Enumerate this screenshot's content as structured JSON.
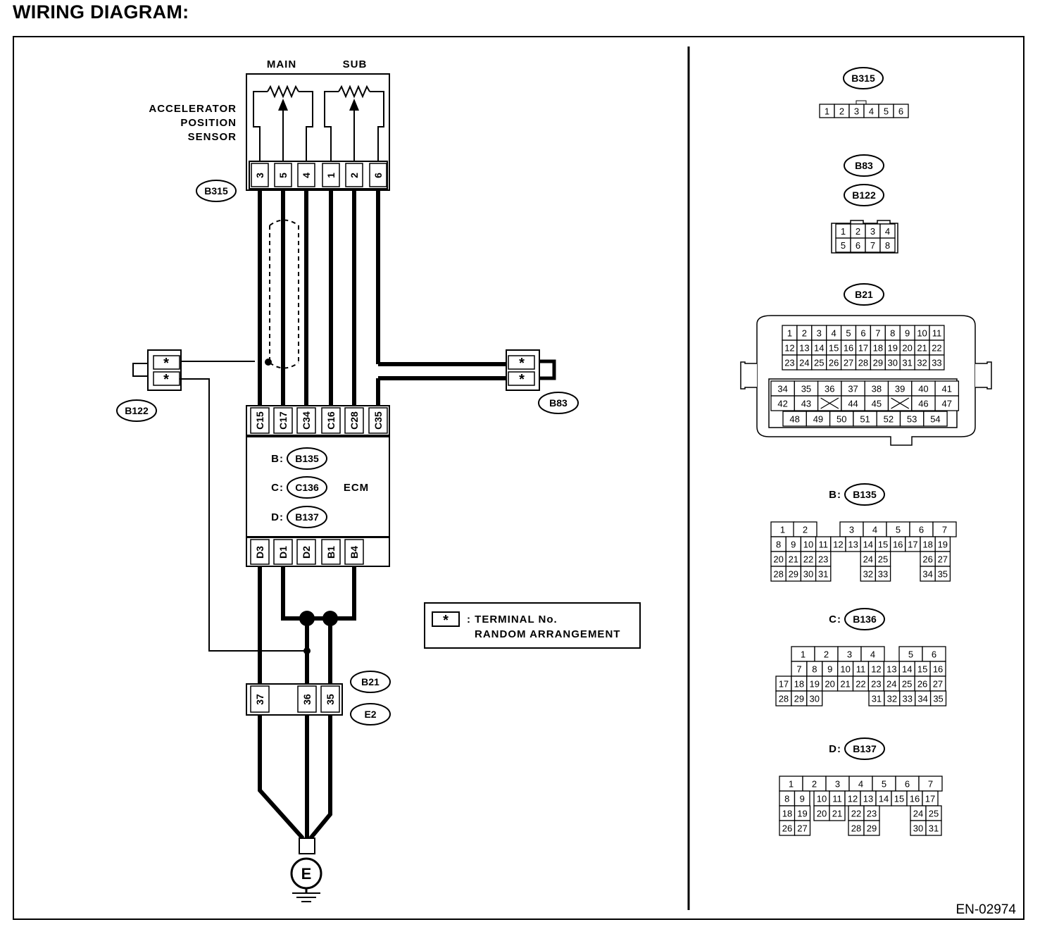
{
  "title": "WIRING DIAGRAM:",
  "figure_code": "EN-02974",
  "sensor": {
    "name_lines": [
      "ACCELERATOR",
      "POSITION",
      "SENSOR"
    ],
    "main_label": "MAIN",
    "sub_label": "SUB",
    "connector": "B315",
    "terminals": [
      "3",
      "5",
      "4",
      "1",
      "2",
      "6"
    ]
  },
  "ecm": {
    "name": "ECM",
    "top_terminals": [
      "C15",
      "C17",
      "C34",
      "C16",
      "C28",
      "C35"
    ],
    "bottom_terminals": [
      "D3",
      "D1",
      "D2",
      "B1",
      "B4"
    ],
    "connectors": [
      {
        "prefix": "B:",
        "id": "B135"
      },
      {
        "prefix": "C:",
        "id": "C136"
      },
      {
        "prefix": "D:",
        "id": "B137"
      }
    ]
  },
  "left_connector": {
    "id": "B122",
    "terminals": [
      "*",
      "*"
    ]
  },
  "right_connector": {
    "id": "B83",
    "terminals": [
      "*",
      "*"
    ]
  },
  "joint_connector": {
    "ids": [
      "B21",
      "E2"
    ],
    "terminals": [
      "37",
      "36",
      "35"
    ]
  },
  "ground": {
    "label": "E"
  },
  "legend": {
    "symbol": "*",
    "line1": ": TERMINAL No.",
    "line2": "RANDOM ARRANGEMENT"
  },
  "connector_views": {
    "b315": {
      "id": "B315",
      "pins": [
        "1",
        "2",
        "3",
        "4",
        "5",
        "6"
      ]
    },
    "b83_b122": {
      "ids": [
        "B83",
        "B122"
      ],
      "rows": [
        [
          "1",
          "2",
          "3",
          "4"
        ],
        [
          "5",
          "6",
          "7",
          "8"
        ]
      ]
    },
    "b21": {
      "id": "B21",
      "rows": [
        [
          "1",
          "2",
          "3",
          "4",
          "5",
          "6",
          "7",
          "8",
          "9",
          "10",
          "11"
        ],
        [
          "12",
          "13",
          "14",
          "15",
          "16",
          "17",
          "18",
          "19",
          "20",
          "21",
          "22"
        ],
        [
          "23",
          "24",
          "25",
          "26",
          "27",
          "28",
          "29",
          "30",
          "31",
          "32",
          "33"
        ],
        [
          "34",
          "35",
          "36",
          "37",
          "38",
          "39",
          "40",
          "41"
        ],
        [
          "42",
          "43",
          "",
          "44",
          "45",
          "",
          "46",
          "47"
        ],
        [
          "48",
          "49",
          "50",
          "51",
          "52",
          "53",
          "54"
        ]
      ]
    },
    "b135": {
      "prefix": "B:",
      "id": "B135",
      "rows": [
        [
          "1",
          "2",
          "",
          "3",
          "4",
          "5",
          "6",
          "7"
        ],
        [
          "8",
          "9",
          "10",
          "11",
          "12",
          "13",
          "14",
          "15",
          "16",
          "17",
          "18",
          "19"
        ],
        [
          "20",
          "21",
          "22",
          "23",
          "",
          "",
          "24",
          "25",
          "",
          "",
          "26",
          "27"
        ],
        [
          "28",
          "29",
          "30",
          "31",
          "",
          "",
          "32",
          "33",
          "",
          "",
          "34",
          "35"
        ]
      ]
    },
    "b136": {
      "prefix": "C:",
      "id": "B136",
      "rows": [
        [
          "1",
          "2",
          "3",
          "4",
          "",
          "5",
          "6"
        ],
        [
          "7",
          "8",
          "9",
          "10",
          "11",
          "12",
          "13",
          "14",
          "15",
          "16"
        ],
        [
          "17",
          "18",
          "19",
          "20",
          "21",
          "22",
          "23",
          "24",
          "25",
          "26",
          "27"
        ],
        [
          "28",
          "29",
          "30",
          "31",
          "32",
          "33",
          "34",
          "35"
        ]
      ]
    },
    "b137": {
      "prefix": "D:",
      "id": "B137",
      "rows": [
        [
          "1",
          "2",
          "3",
          "4",
          "5",
          "6",
          "7"
        ],
        [
          "8",
          "9",
          "10",
          "11",
          "12",
          "13",
          "14",
          "15",
          "16",
          "17"
        ],
        [
          "18",
          "19",
          "20",
          "21",
          "22",
          "23",
          "24",
          "25"
        ],
        [
          "26",
          "27",
          "28",
          "29",
          "30",
          "31"
        ]
      ]
    }
  }
}
